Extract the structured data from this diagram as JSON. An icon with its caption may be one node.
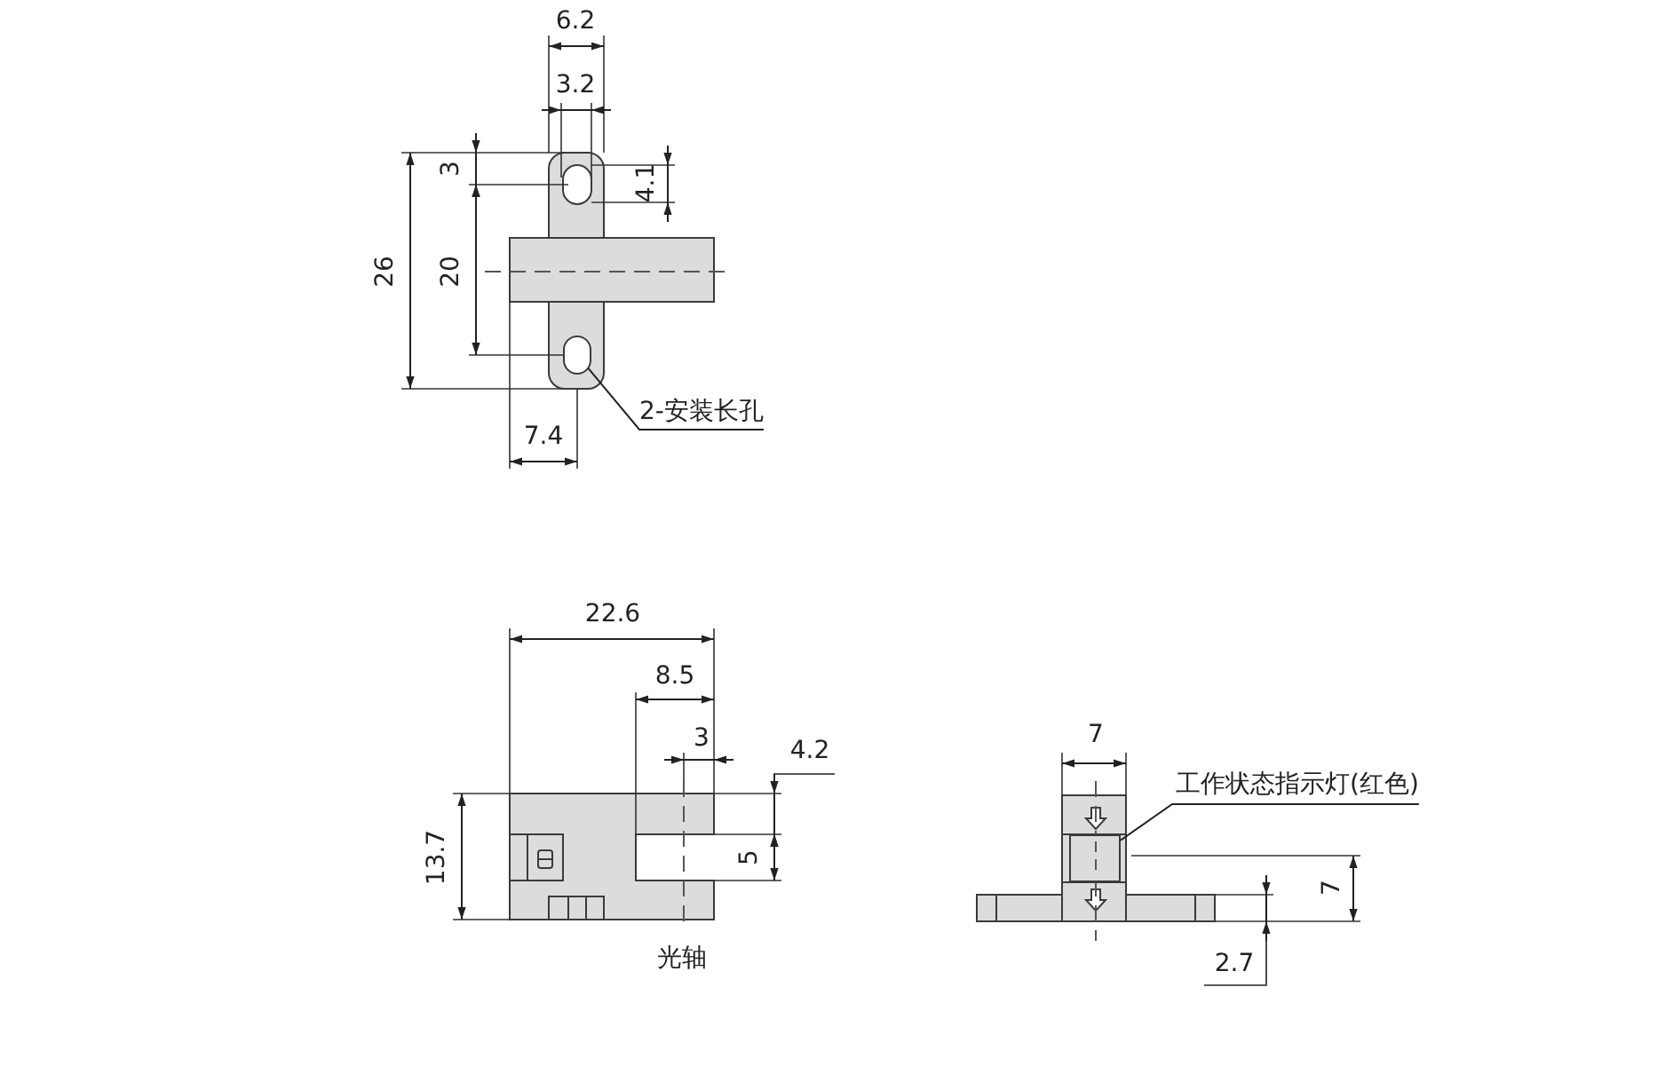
{
  "diagram": {
    "nodes": [
      {
        "text": [
          "2-安装长孔"
        ]
      },
      {
        "text": [],
        "shape": "oval"
      },
      {
        "text": [
          "工作状态指示灯(红色)"
        ]
      },
      {
        "text": [],
        "shape": "box"
      }
    ],
    "edges": [
      {
        "from": 0,
        "to": 1,
        "arrow": "none"
      },
      {
        "from": 2,
        "to": 3,
        "arrow": "none"
      }
    ],
    "labels": [
      "6.2",
      "3.2",
      "3",
      "4.1",
      "26",
      "20",
      "7.4",
      "22.6",
      "8.5",
      "7",
      "3",
      "4.2",
      "13.7",
      "5",
      "7",
      "光轴",
      "2.7"
    ]
  }
}
